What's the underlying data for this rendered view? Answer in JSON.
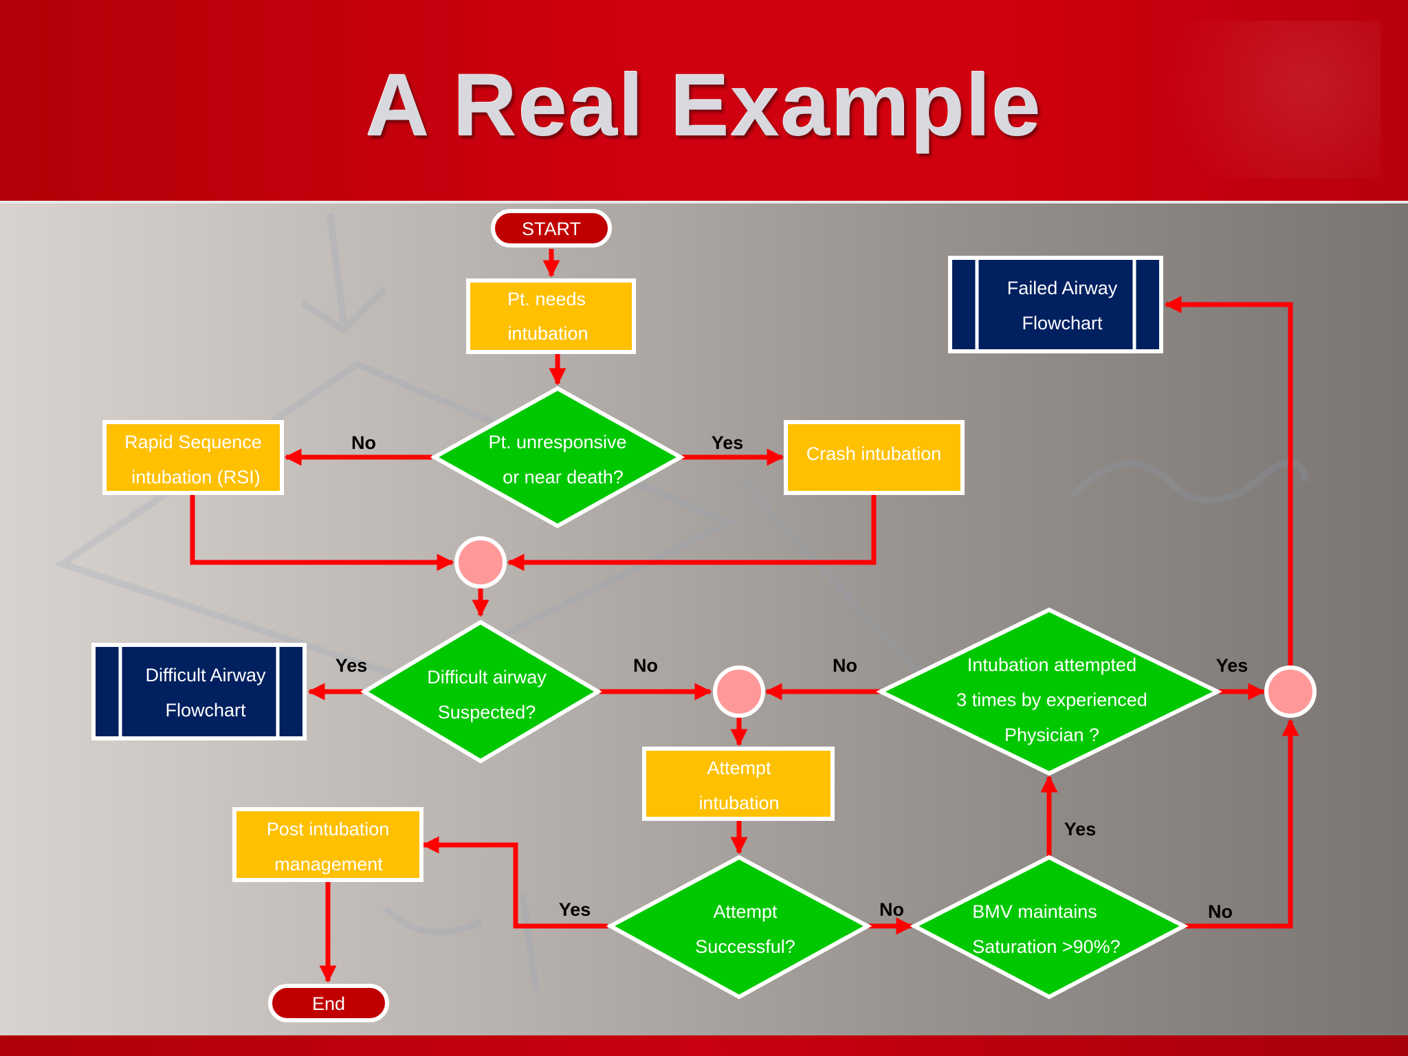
{
  "slide_title": "A Real Example",
  "colors": {
    "header_red": "#c8000f",
    "process_fill": "#ffc000",
    "decision_fill": "#00c800",
    "subprocess_fill": "#002060",
    "terminal_fill": "#c00000",
    "connector_fill": "#ff9999",
    "arrow": "#ff0000"
  },
  "nodes": {
    "start": "START",
    "needs_intubation": [
      "Pt.  needs",
      "intubation"
    ],
    "unresponsive": [
      "Pt. unresponsive",
      "or near death?"
    ],
    "rsi": [
      "Rapid Sequence",
      "intubation (RSI)"
    ],
    "crash": [
      "Crash intubation"
    ],
    "failed_airway": [
      "Failed Airway",
      "Flowchart"
    ],
    "difficult_suspected": [
      "Difficult airway",
      "Suspected?"
    ],
    "difficult_flowchart": [
      "Difficult Airway",
      "Flowchart"
    ],
    "attempted_3x": [
      "Intubation attempted",
      "3 times by experienced",
      "Physician ?"
    ],
    "attempt_intubation": [
      "Attempt",
      "intubation"
    ],
    "post_intubation": [
      "Post intubation",
      "management"
    ],
    "attempt_successful": [
      "Attempt",
      "Successful?"
    ],
    "bmv": [
      "BMV maintains",
      "Saturation >90%?"
    ],
    "end": "End"
  },
  "edge_labels": {
    "unresponsive_no": "No",
    "unresponsive_yes": "Yes",
    "difficult_yes": "Yes",
    "difficult_no": "No",
    "attempted_no": "No",
    "attempted_yes": "Yes",
    "bmv_yes": "Yes",
    "success_yes": "Yes",
    "success_no": "No",
    "bmv_no": "No"
  }
}
